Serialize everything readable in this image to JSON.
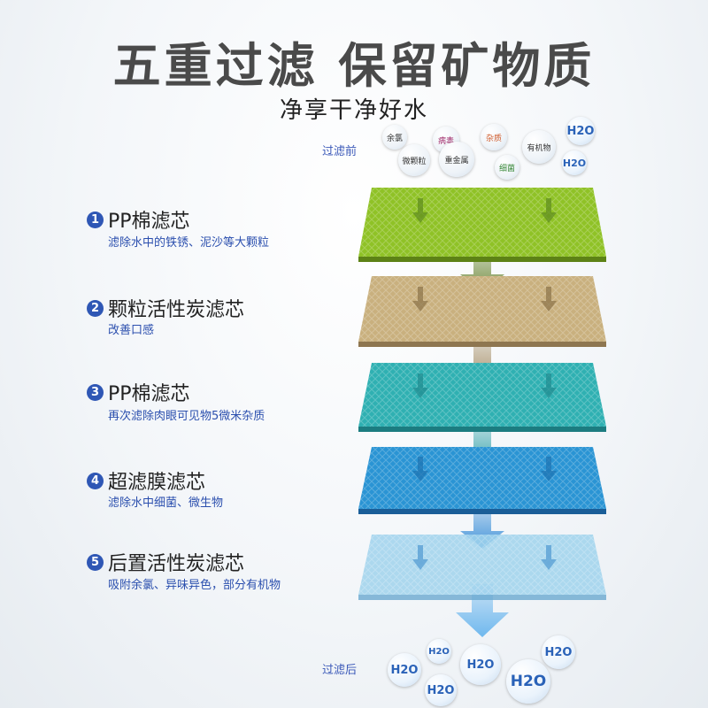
{
  "title": "五重过滤 保留矿物质",
  "subtitle": "净享干净好水",
  "before_label": "过滤前",
  "after_label": "过滤后",
  "impurities": [
    "余氯",
    "病毒",
    "杂质",
    "有机物",
    "微颗粒",
    "重金属",
    "细菌"
  ],
  "h2o_label": "H2O",
  "stages": [
    {
      "num": "1",
      "title": "PP棉滤芯",
      "desc": "滤除水中的铁锈、泥沙等大颗粒",
      "color": "#8fc226"
    },
    {
      "num": "2",
      "title": "颗粒活性炭滤芯",
      "desc": "改善口感",
      "color": "#c9b07e"
    },
    {
      "num": "3",
      "title": "PP棉滤芯",
      "desc": "再次滤除肉眼可见物5微米杂质",
      "color": "#2fb0b2"
    },
    {
      "num": "4",
      "title": "超滤膜滤芯",
      "desc": "滤除水中细菌、微生物",
      "color": "#2a94d4"
    },
    {
      "num": "5",
      "title": "后置活性炭滤芯",
      "desc": "吸附余氯、异味异色，部分有机物",
      "color": "#9fd2ec"
    }
  ],
  "colors": {
    "accent_blue": "#2f57b5",
    "title_gray": "#4a4a4a"
  }
}
